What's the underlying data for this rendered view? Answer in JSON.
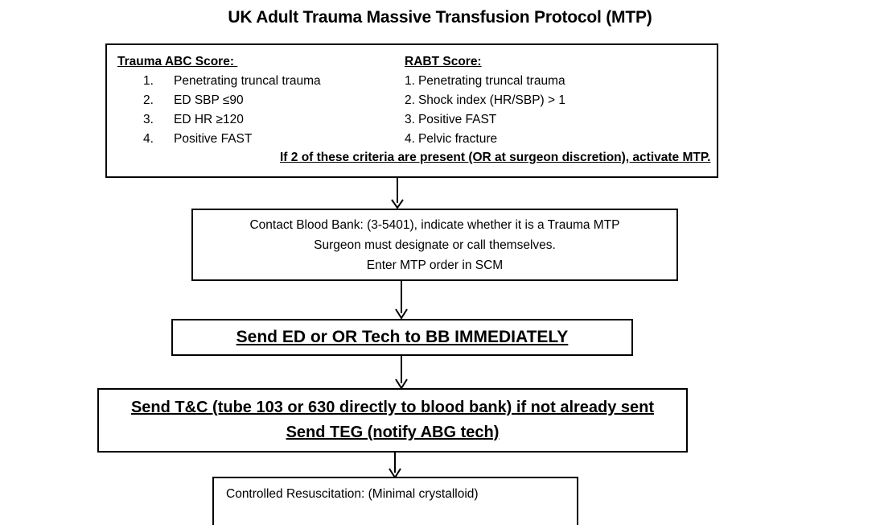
{
  "title": "UK Adult Trauma Massive Transfusion Protocol (MTP)",
  "criteria_box": {
    "abc": {
      "heading": "Trauma ABC Score: ",
      "items": [
        {
          "num": "1.",
          "text": "Penetrating truncal trauma"
        },
        {
          "num": "2.",
          "text": "ED SBP ≤90"
        },
        {
          "num": "3.",
          "text": "ED HR ≥120"
        },
        {
          "num": "4.",
          "text": "Positive FAST"
        }
      ]
    },
    "rabt": {
      "heading": "RABT Score:",
      "items": [
        {
          "num": "1.",
          "text": "Penetrating truncal trauma"
        },
        {
          "num": "2.",
          "text": "Shock index (HR/SBP) > 1"
        },
        {
          "num": "3.",
          "text": "Positive FAST"
        },
        {
          "num": "4.",
          "text": "Pelvic fracture"
        }
      ]
    },
    "activate_text": "If 2 of these criteria are present (OR at surgeon discretion), activate MTP."
  },
  "blood_bank_box": {
    "line1": "Contact Blood Bank:  (3-5401), indicate whether it is a Trauma MTP",
    "line2": "Surgeon must designate or call themselves.",
    "line3": "Enter MTP order in SCM"
  },
  "send_tech_box": {
    "line1": "Send ED or OR Tech to BB IMMEDIATELY"
  },
  "send_tc_box": {
    "line1": "Send T&C (tube 103 or 630 directly to blood bank) if not already sent",
    "line2": "Send TEG (notify ABG tech)"
  },
  "resuscitation_box": {
    "line1": "Controlled Resuscitation:  (Minimal crystalloid)"
  },
  "colors": {
    "ink": "#000000",
    "background": "#ffffff",
    "border": "#000000"
  }
}
